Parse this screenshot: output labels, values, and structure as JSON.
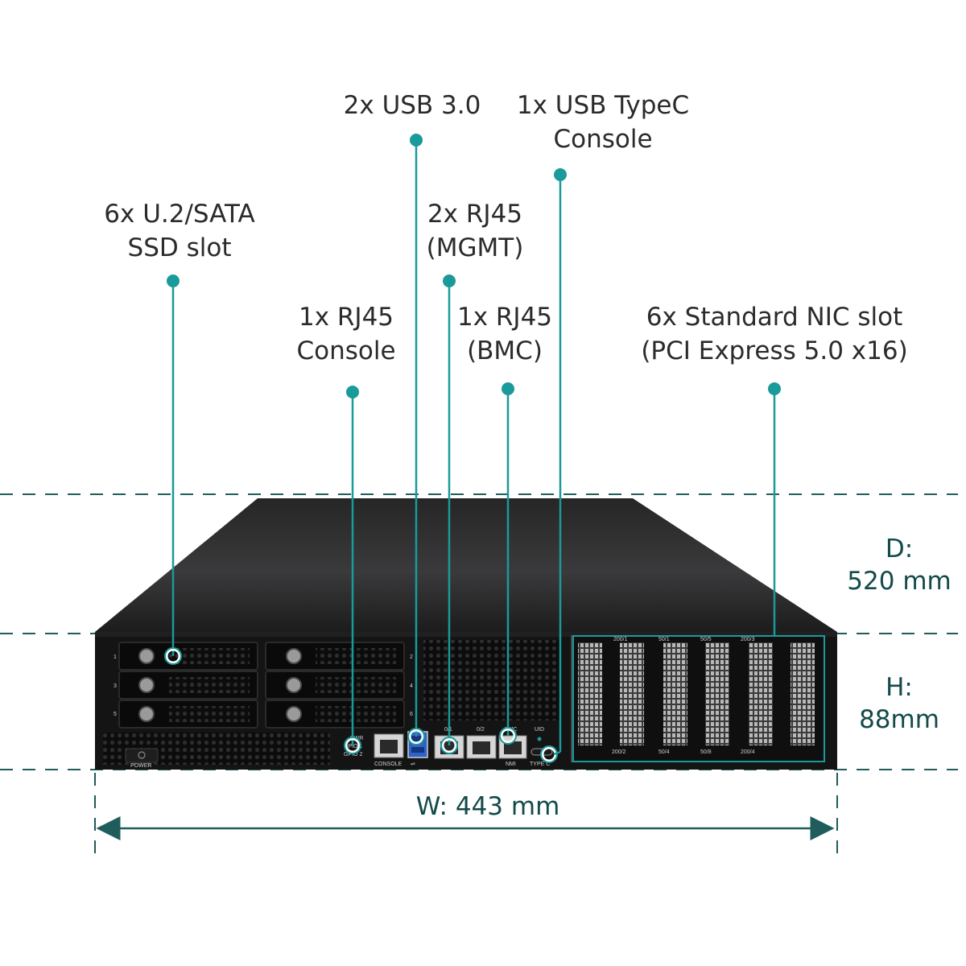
{
  "callouts": [
    {
      "id": "ssd",
      "lines": [
        "6x U.2/SATA",
        "SSD slot"
      ]
    },
    {
      "id": "usb3",
      "lines": [
        "2x USB 3.0"
      ]
    },
    {
      "id": "usbc",
      "lines": [
        "1x USB TypeC",
        "Console"
      ]
    },
    {
      "id": "mgmt",
      "lines": [
        "2x RJ45",
        "(MGMT)"
      ]
    },
    {
      "id": "console",
      "lines": [
        "1x RJ45",
        "Console"
      ]
    },
    {
      "id": "bmc",
      "lines": [
        "1x RJ45",
        "(BMC)"
      ]
    },
    {
      "id": "nic",
      "lines": [
        "6x Standard NIC slot",
        "(PCI Express 5.0 x16)"
      ]
    }
  ],
  "dimensions": {
    "depth": [
      "D:",
      "520 mm"
    ],
    "height": [
      "H:",
      "88mm"
    ],
    "width": "W: 443 mm"
  },
  "panel_labels": {
    "bay_numbers": [
      "1",
      "2",
      "3",
      "4",
      "5",
      "6"
    ],
    "pwr": "PWR",
    "gpio1": "GPIO 1",
    "gpio2": "GPIO 2",
    "console": "CONSOLE",
    "port_01": "0/1",
    "port_02": "0/2",
    "bmc": "BMC",
    "uid": "UID",
    "nmi": "NMI",
    "typec": "TYPE C",
    "power": "POWER",
    "nic_top": [
      "200/1",
      "50/1",
      "50/5",
      "200/3"
    ],
    "nic_bottom": [
      "200/2",
      "50/4",
      "50/8",
      "200/4"
    ]
  },
  "colors": {
    "accent": "#1a9a9a",
    "dim_line": "#1f5c5c",
    "chassis": "#141414"
  }
}
